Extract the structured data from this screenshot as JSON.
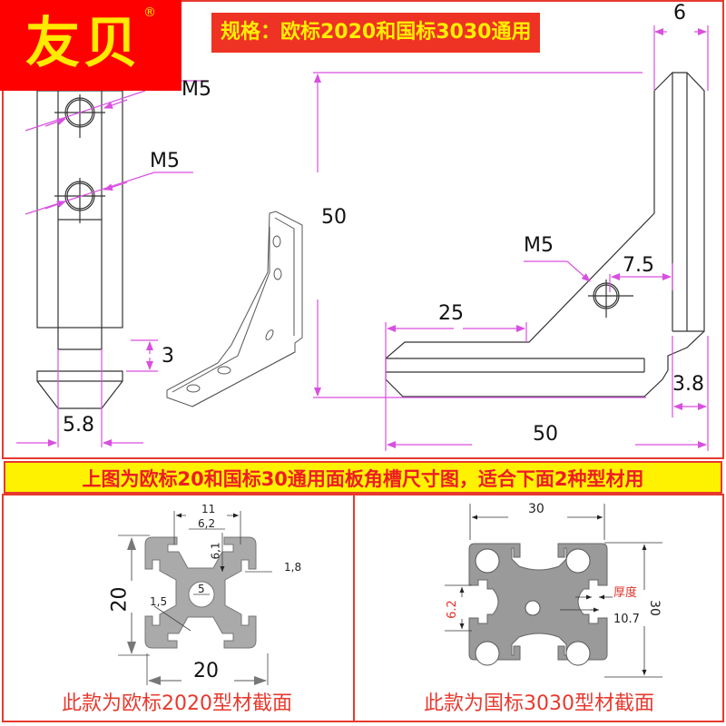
{
  "brand": {
    "name": "友贝",
    "registered_mark": "®",
    "background": "#ff0000",
    "text_color": "#ffea00"
  },
  "top_banner": {
    "text": "规格：欧标2020和国标3030通用",
    "background": "#ee3224",
    "text_color": "#ffee00"
  },
  "side_view": {
    "labels": {
      "m5_top": "M5",
      "m5_bottom": "M5",
      "height": "3",
      "width": "5.8"
    }
  },
  "front_view": {
    "labels": {
      "height": "50",
      "width": "50",
      "top_width": "6",
      "leg_length": "25",
      "hole": "M5",
      "hole_offset": "7.5",
      "rib": "3.8"
    }
  },
  "middle_banner": {
    "text": "上图为欧标20和国标30通用面板角槽尺寸图，适合下面2种型材用",
    "background": "#fff200",
    "text_color": "#ee1c24"
  },
  "profile_2020": {
    "labels": {
      "slot_outer": "11",
      "slot_opening": "6,2",
      "slot_depth": "6,1",
      "lip": "1,8",
      "center_hole": "5",
      "web": "1,5",
      "height": "20",
      "width": "20"
    },
    "caption": "此款为欧标2020型材截面"
  },
  "profile_3030": {
    "labels": {
      "width": "30",
      "height": "30",
      "slot_opening": "6.2",
      "thickness": "厚度",
      "slot_depth": "10.7"
    },
    "caption": "此款为国标3030型材截面"
  },
  "colors": {
    "border": "#e8392e",
    "dimension_line": "#d94fe0",
    "outline": "#333333",
    "profile_fill": "#a9a9a9"
  }
}
